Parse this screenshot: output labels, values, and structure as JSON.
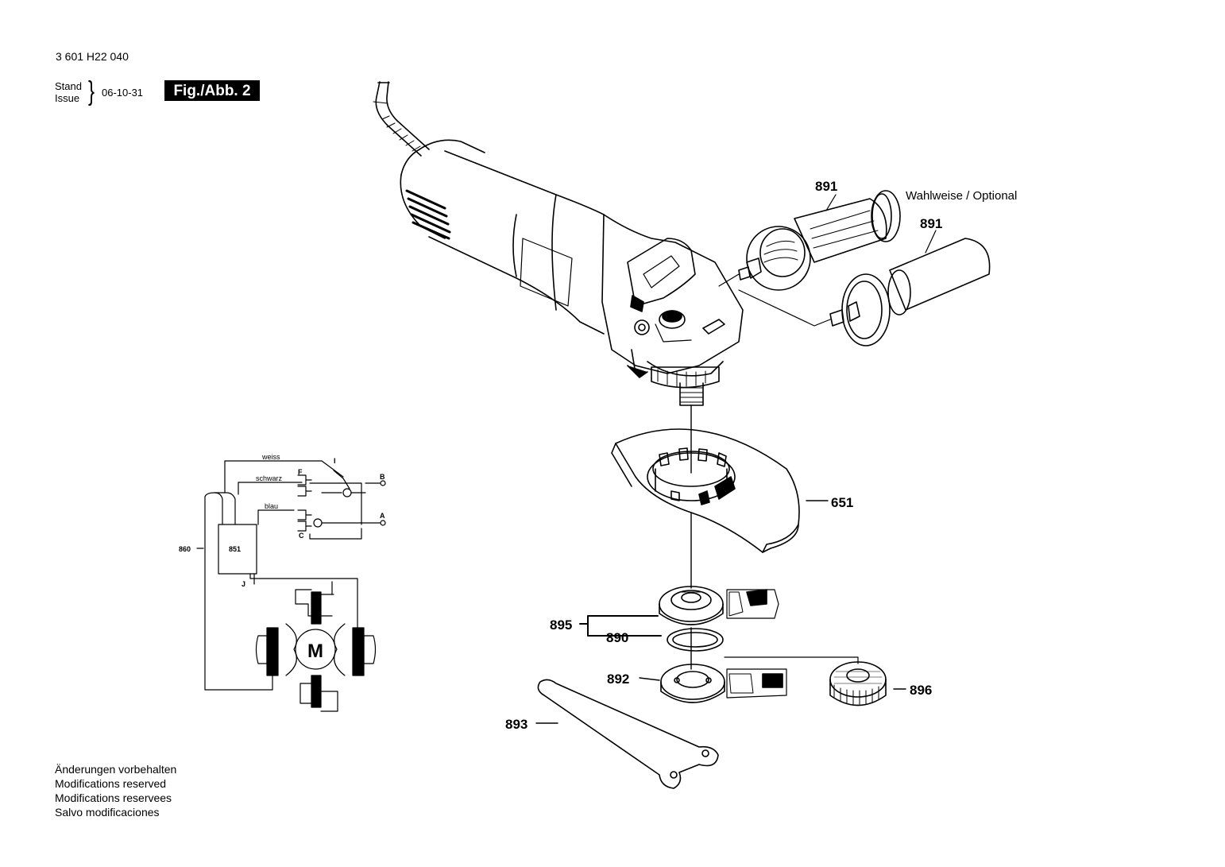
{
  "header": {
    "doc_number": "3 601 H22 040",
    "stand_label": "Stand",
    "issue_label": "Issue",
    "date": "06-10-31",
    "figure_label": "Fig./Abb. 2"
  },
  "notes": [
    "Änderungen vorbehalten",
    "Modifications reserved",
    "Modifications reservees",
    "Salvo modificaciones"
  ],
  "callouts": {
    "c891a": "891",
    "c891b": "891",
    "optional": "Wahlweise / Optional",
    "c651": "651",
    "c895": "895",
    "c890": "890",
    "c892": "892",
    "c896": "896",
    "c893": "893"
  },
  "wiring": {
    "weiss": "weiss",
    "schwarz": "schwarz",
    "blau": "blau",
    "I": "I",
    "F": "F",
    "B": "B",
    "A": "A",
    "C": "C",
    "J": "J",
    "n851": "851",
    "n860": "860",
    "motor": "M"
  }
}
